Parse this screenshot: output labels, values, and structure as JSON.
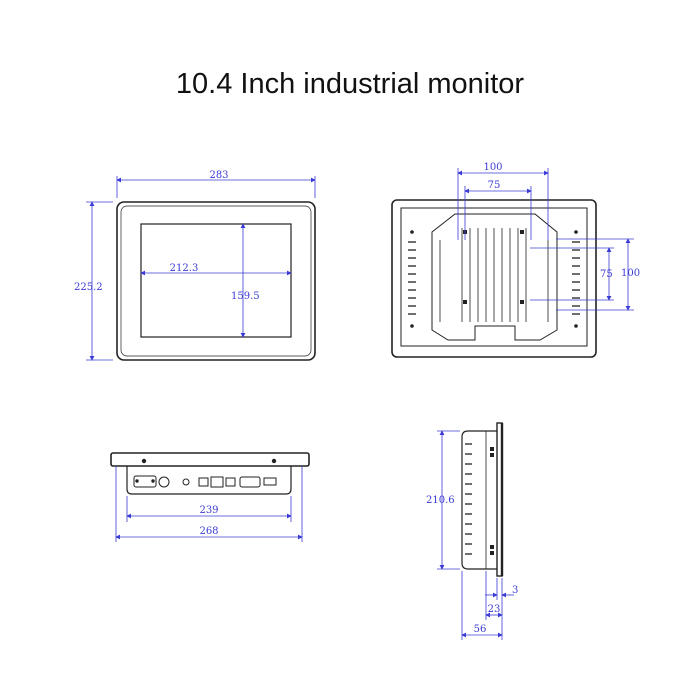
{
  "title": "10.4 Inch industrial monitor",
  "colors": {
    "dimension": "#3b3bd6",
    "outline": "#222222",
    "background": "#ffffff"
  },
  "front_view": {
    "width_label": "283",
    "height_label": "225.2",
    "screen_width_label": "212.3",
    "screen_height_label": "159.5"
  },
  "back_view": {
    "vesa_outer_width_label": "100",
    "vesa_inner_width_label": "75",
    "vesa_inner_height_label": "75",
    "vesa_outer_height_label": "100"
  },
  "bottom_view": {
    "cutout_width_label": "239",
    "total_width_label": "268"
  },
  "side_view": {
    "height_label": "210.6",
    "bezel_label": "3",
    "depth_body_label": "23",
    "total_depth_label": "56"
  }
}
